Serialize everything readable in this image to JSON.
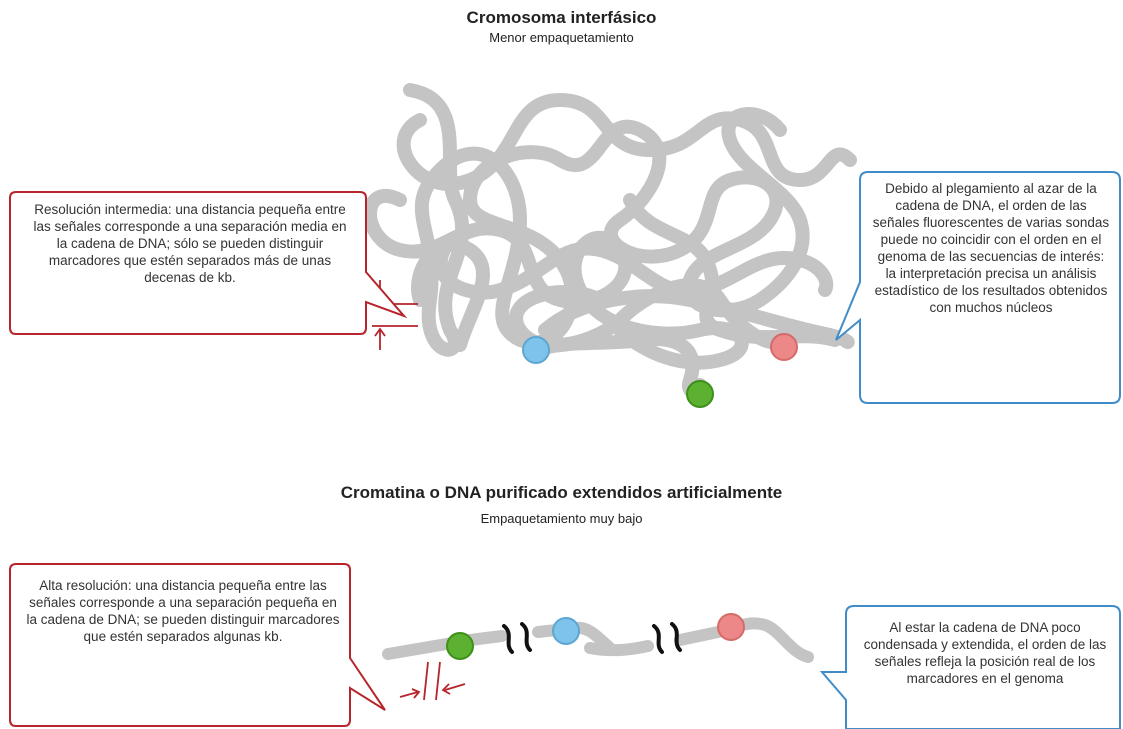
{
  "interphase": {
    "title": "Cromosoma interfásico",
    "subtitle": "Menor empaquetamiento",
    "left_note": "Resolución intermedia: una distancia pequeña entre las señales corresponde a una separación media en la cadena de DNA; sólo se pueden distinguir marcadores que estén separados más de unas decenas de kb.",
    "right_note": "Debido al plegamiento al azar de la cadena de DNA, el orden de las señales fluorescentes de varias sondas puede no coincidir con el orden en el genoma de las secuencias de interés: la interpretación precisa un análisis estadístico de los resultados obtenidos con muchos núcleos"
  },
  "extended": {
    "title": "Cromatina o DNA purificado extendidos artificialmente",
    "subtitle": "Empaquetamiento muy bajo",
    "left_note": "Alta resolución: una distancia pequeña entre las señales corresponde a una separación pequeña en la cadena de DNA; se pueden distinguir marcadores que estén separados algunas kb.",
    "right_note": "Al estar la cadena de DNA poco condensada y extendida, el orden de las señales refleja la posición real de los marcadores en el genoma"
  },
  "colors": {
    "dna_strand": "#c4c4c4",
    "probe_blue": "#7ec3ea",
    "probe_green": "#5cb130",
    "probe_red": "#ec8888",
    "left_callout_border": "#b5252b",
    "right_callout_border": "#3f8cc8",
    "arrow": "#b5252b"
  }
}
